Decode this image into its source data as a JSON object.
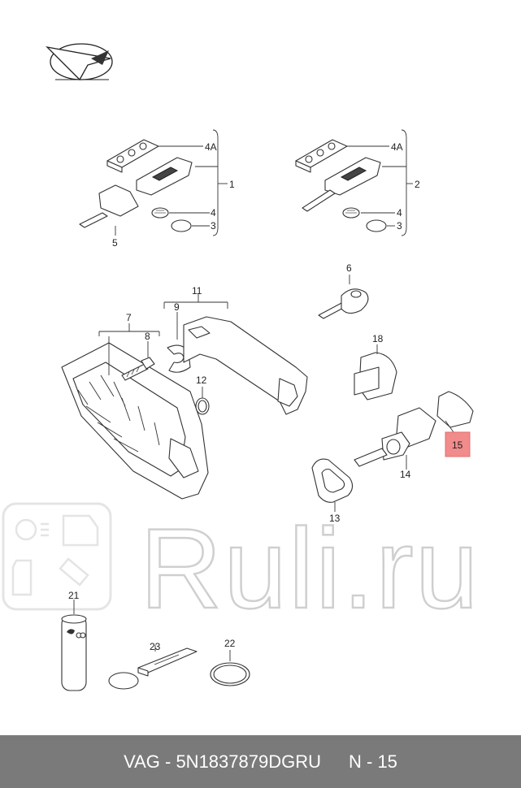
{
  "labels": {
    "l1": "1",
    "l2": "2",
    "l3a": "3",
    "l3b": "3",
    "l4a": "4",
    "l4b": "4",
    "l4Aa": "4A",
    "l4Ab": "4A",
    "l5": "5",
    "l6": "6",
    "l7": "7",
    "l8": "8",
    "l9": "9",
    "l11": "11",
    "l12": "12",
    "l13": "13",
    "l14": "14",
    "l15": "15",
    "l18": "18",
    "l21": "21",
    "l22": "22",
    "l23": "23"
  },
  "highlight_color": "#f28b8b",
  "watermark": {
    "text": "Ruli.ru"
  },
  "footer": {
    "part_number": "VAG - 5N1837879DGRU",
    "position": "N - 15"
  }
}
